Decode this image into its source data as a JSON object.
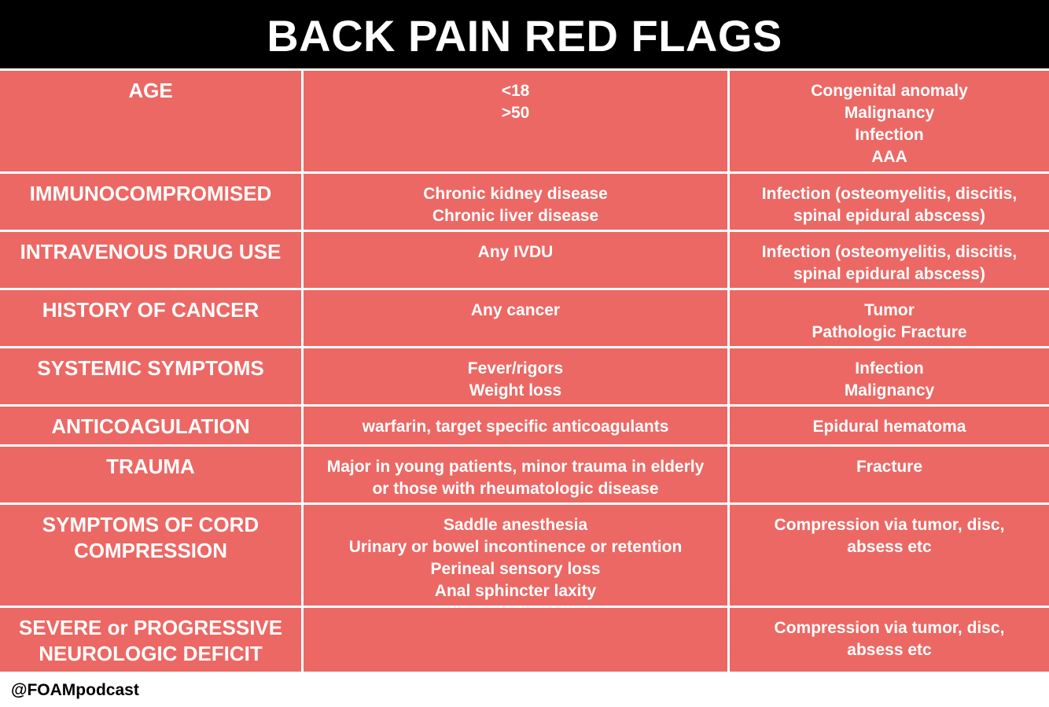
{
  "title": "BACK PAIN RED FLAGS",
  "footer": "@FOAMpodcast",
  "colors": {
    "header_bg": "#000000",
    "cell_bg": "#ec6864",
    "text": "#ffffff"
  },
  "rows": [
    {
      "flag": [
        "AGE"
      ],
      "details": [
        "<18",
        ">50"
      ],
      "concern": [
        "Congenital anomaly",
        "Malignancy",
        "Infection",
        "AAA"
      ]
    },
    {
      "flag": [
        "IMMUNOCOMPROMISED"
      ],
      "details": [
        "Chronic kidney disease",
        "Chronic liver disease"
      ],
      "concern": [
        "Infection (osteomyelitis, discitis,",
        "spinal epidural abscess)"
      ]
    },
    {
      "flag": [
        "INTRAVENOUS DRUG USE"
      ],
      "details": [
        "Any IVDU"
      ],
      "concern": [
        "Infection (osteomyelitis, discitis,",
        "spinal epidural abscess)"
      ]
    },
    {
      "flag": [
        "HISTORY OF CANCER"
      ],
      "details": [
        "Any cancer"
      ],
      "concern": [
        "Tumor",
        "Pathologic Fracture"
      ]
    },
    {
      "flag": [
        "SYSTEMIC SYMPTOMS"
      ],
      "details": [
        "Fever/rigors",
        "Weight loss"
      ],
      "concern": [
        "Infection",
        "Malignancy"
      ]
    },
    {
      "flag": [
        "ANTICOAGULATION"
      ],
      "details": [
        "warfarin, target specific anticoagulants"
      ],
      "concern": [
        "Epidural hematoma"
      ]
    },
    {
      "flag": [
        "TRAUMA"
      ],
      "details": [
        "Major in young patients, minor trauma in elderly",
        "or those with rheumatologic disease"
      ],
      "concern": [
        "Fracture"
      ]
    },
    {
      "flag": [
        "SYMPTOMS OF CORD",
        "COMPRESSION"
      ],
      "details": [
        "Saddle anesthesia",
        "Urinary or bowel incontinence or retention",
        "Perineal sensory loss",
        "Anal sphincter laxity"
      ],
      "concern": [
        "Compression via tumor, disc,",
        "absess etc"
      ]
    },
    {
      "flag": [
        "SEVERE or PROGRESSIVE",
        "NEUROLOGIC DEFICIT"
      ],
      "details": [],
      "concern": [
        "Compression via tumor, disc,",
        "absess etc"
      ]
    }
  ]
}
